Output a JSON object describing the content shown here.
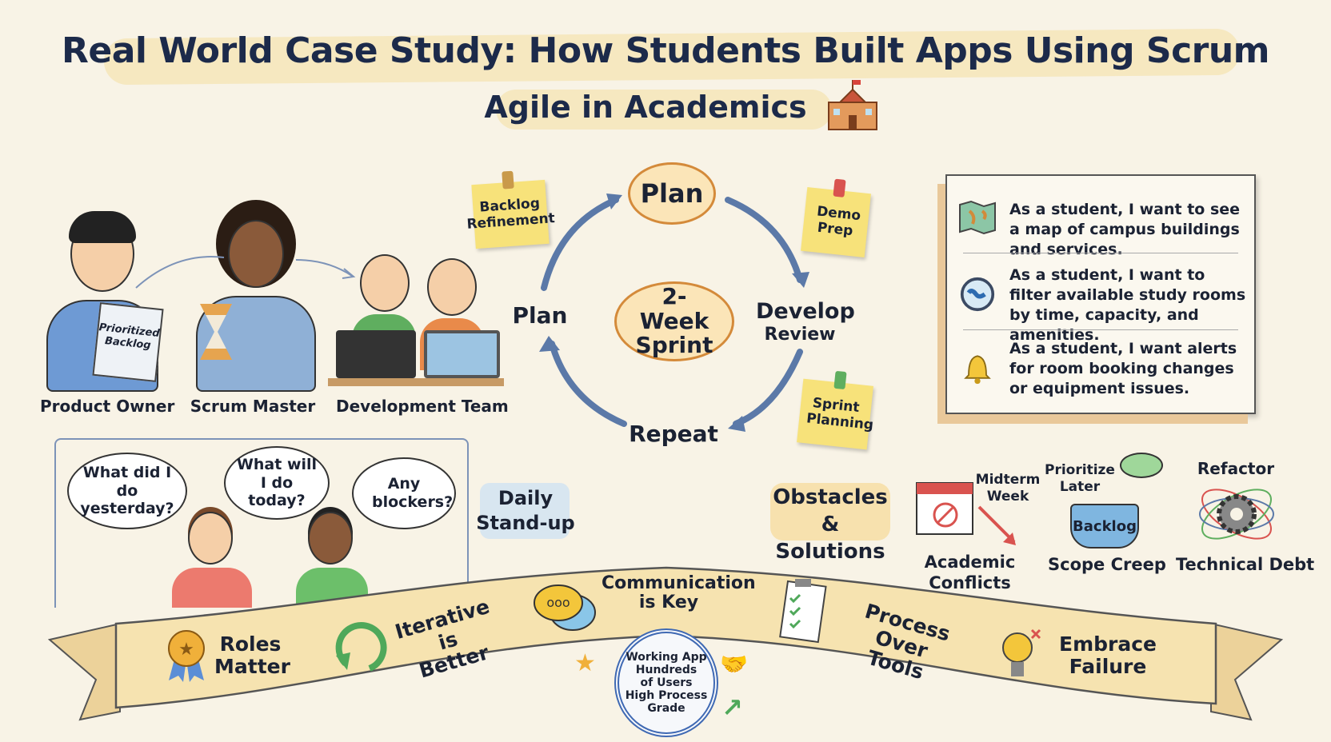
{
  "title": "Real World Case Study: How Students Built Apps Using Scrum",
  "subtitle": "Agile in Academics",
  "subtitle_icon": "school-building-icon",
  "roles": [
    {
      "label": "Product Owner",
      "clipboard_text": "Prioritized Backlog"
    },
    {
      "label": "Scrum Master"
    },
    {
      "label": "Development Team"
    }
  ],
  "cycle": {
    "center": "2-Week Sprint",
    "top": "Plan",
    "left": "Plan",
    "right_line1": "Develop",
    "right_line2": "Review",
    "bottom": "Repeat",
    "stickies": [
      {
        "text": "Backlog Refinement",
        "pin_color": "#c99a4a"
      },
      {
        "text": "Demo Prep",
        "pin_color": "#d9534f"
      },
      {
        "text": "Sprint Planning",
        "pin_color": "#5fae5f"
      }
    ]
  },
  "user_stories": [
    {
      "icon": "map-icon",
      "text": "As a student, I want to see a map of campus buildings and services."
    },
    {
      "icon": "filter-icon",
      "text": "As a student, I want to filter available study rooms by time, capacity, and amenities."
    },
    {
      "icon": "bell-icon",
      "text": "As a student, I want alerts for room booking changes or equipment issues."
    }
  ],
  "standup": {
    "label": "Daily Stand-up",
    "questions": [
      "What did I do yesterday?",
      "What will I do today?",
      "Any blockers?"
    ]
  },
  "obstacles": {
    "heading": "Obstacles & Solutions",
    "items": [
      {
        "label": "Academic Conflicts",
        "note": "Midterm Week",
        "icon": "calendar-icon"
      },
      {
        "label": "Scope Creep",
        "note": "Prioritize Later",
        "bucket": "Backlog",
        "icon": "backlog-bucket-icon"
      },
      {
        "label": "Technical Debt",
        "note": "Refactor",
        "icon": "gear-icon"
      }
    ]
  },
  "lessons": [
    {
      "text": "Roles Matter",
      "icon": "award-ribbon-icon"
    },
    {
      "text": "Iterative is Better",
      "icon": "cycle-arrow-icon"
    },
    {
      "text": "Communication is Key",
      "icon": "chat-bubbles-icon"
    },
    {
      "text": "Process Over Tools",
      "icon": "checklist-icon"
    },
    {
      "text": "Embrace Failure",
      "icon": "lightbulb-icon"
    }
  ],
  "outcome_badge": [
    "Working App",
    "Hundreds",
    "of Users",
    "High Process",
    "Grade"
  ],
  "colors": {
    "background": "#f8f3e6",
    "highlight": "#f4dfa0",
    "arrow": "#5b79a8",
    "sticky": "#f7e27a",
    "banner": "#f6e3b0"
  }
}
